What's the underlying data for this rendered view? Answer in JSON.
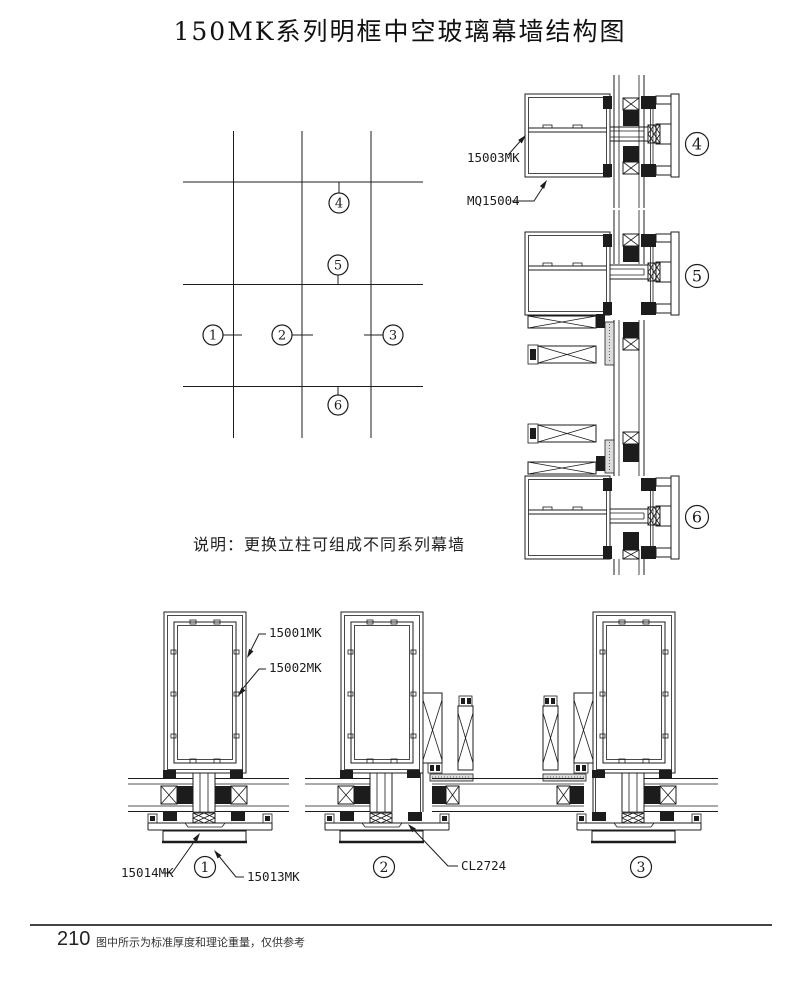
{
  "title": "150MK系列明框中空玻璃幕墙结构图",
  "note": "说明：更换立柱可组成不同系列幕墙",
  "footer": {
    "page_number": "210",
    "disclaimer": "图中所示为标准厚度和理论重量，仅供参考"
  },
  "callouts": {
    "n1": "1",
    "n2": "2",
    "n3": "3",
    "n4": "4",
    "n5": "5",
    "n6": "6"
  },
  "part_labels": {
    "l15001": "15001MK",
    "l15002": "15002MK",
    "l15003": "15003MK",
    "l15013": "15013MK",
    "l15014": "15014MK",
    "mq15004": "MQ15004",
    "cl2724": "CL2724"
  },
  "colors": {
    "line": "#1c1c1c",
    "background": "#ffffff",
    "fill_dark": "#1c1c1c",
    "fill_insulation": "#dcdcdc"
  }
}
